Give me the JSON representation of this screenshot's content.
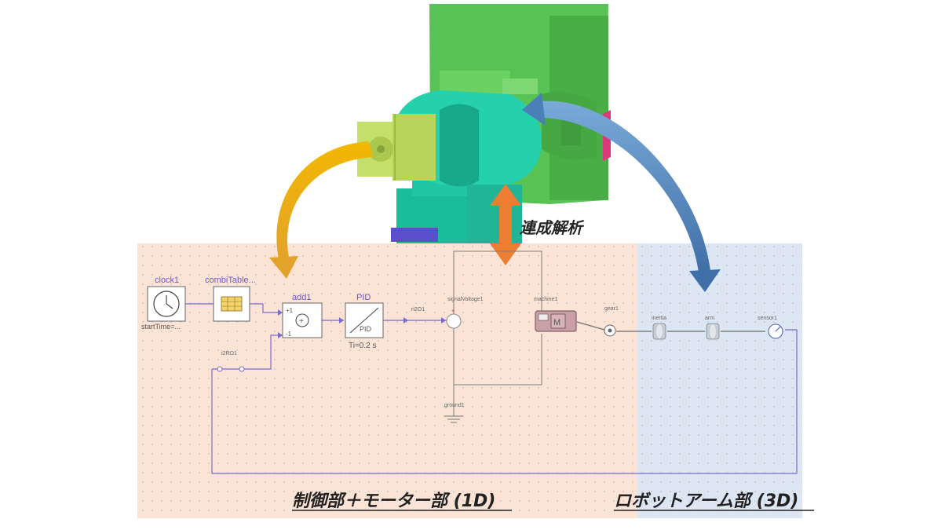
{
  "captions": {
    "coupled": "連成解析",
    "control_motor": "制御部＋モーター部 (1D)",
    "robot_arm": "ロボットアーム部 (3D)"
  },
  "blocks": {
    "clock": {
      "name": "clock1",
      "param": "startTime=..."
    },
    "table": {
      "name": "combiTable..."
    },
    "add": {
      "name": "add1",
      "plus": "+1",
      "minus": "-1",
      "sym": "+"
    },
    "pid": {
      "name": "PID",
      "inner": "PID",
      "param": "Ti=0.2 s"
    },
    "ri2o1": {
      "name": "ri2O1"
    },
    "i2ro1": {
      "name": "i2RO1"
    },
    "signal_voltage": {
      "name": "signalVoltage1"
    },
    "machine": {
      "name": "machine1",
      "sym": "M"
    },
    "gear": {
      "name": "gear1"
    },
    "inertia": {
      "name": "inertia"
    },
    "arm": {
      "name": "arm"
    },
    "sensor": {
      "name": "sensor1"
    },
    "ground": {
      "name": "ground1"
    }
  },
  "colors": {
    "control_region": "#fbe4d6",
    "robot_region": "#dde7f4",
    "wire": "#7a6cc7",
    "mech_wire": "#7f7f7f",
    "model_green": "#58c255",
    "coupling_accent": "#1abc9c",
    "arrow_yellow": "#e9a81a",
    "arrow_blue": "#4a7fb8",
    "arrow_orange": "#ed7d31"
  }
}
